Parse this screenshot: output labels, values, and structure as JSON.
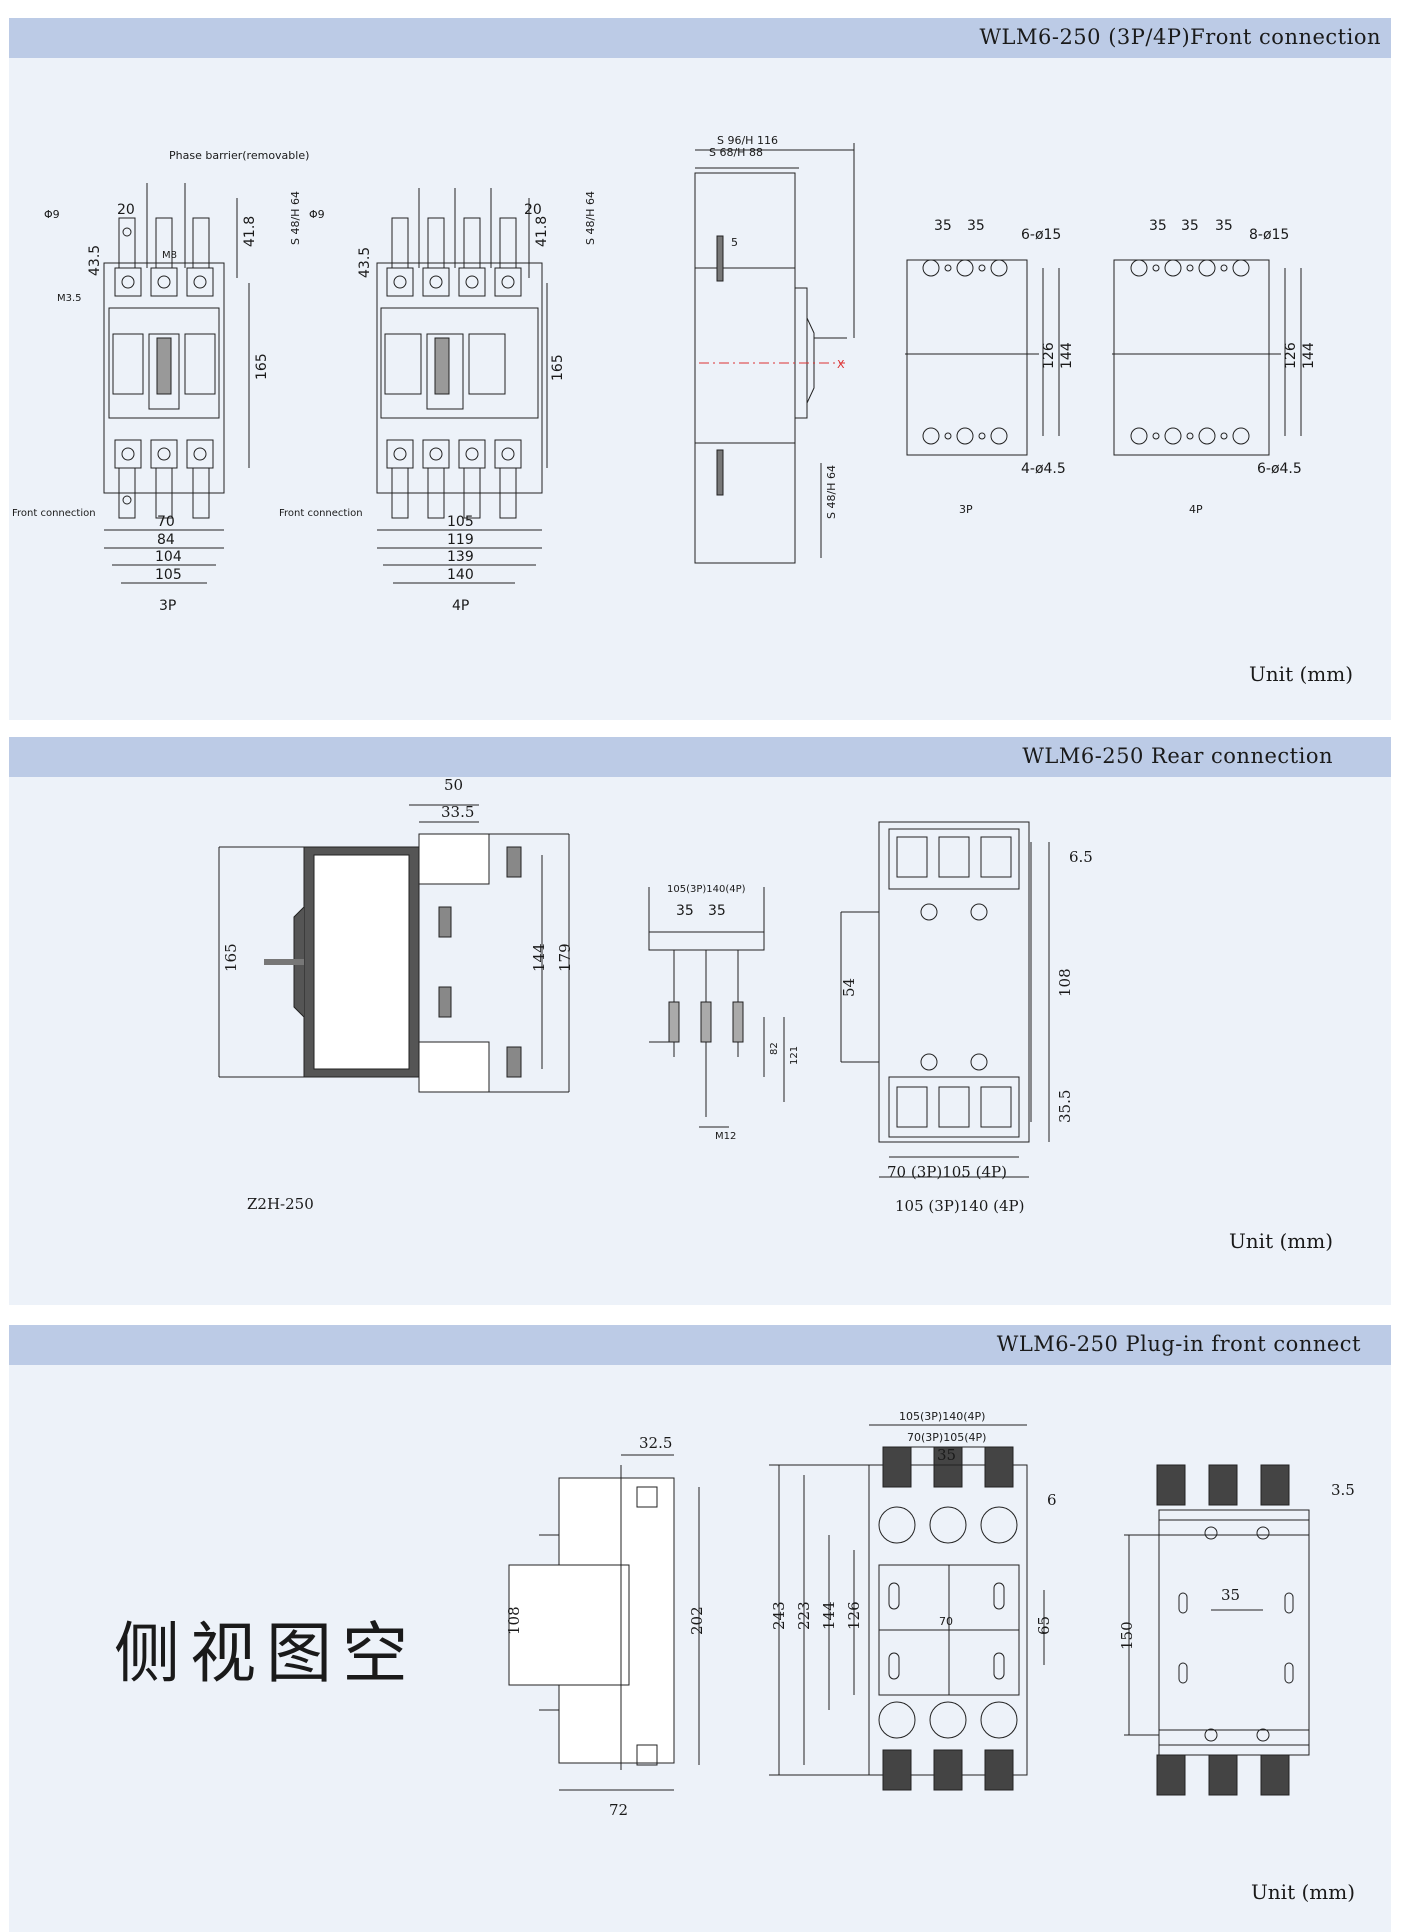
{
  "sections": [
    {
      "title": "WLM6-250 (3P/4P)Front connection",
      "unit": "Unit (mm)",
      "labels": {
        "phase_barrier": "Phase barrier(removable)",
        "front_connection": "Front connection",
        "phi9": "Φ9",
        "d20": "20",
        "d43_5": "43.5",
        "d41_8": "41.8",
        "m8": "M8",
        "m3_5": "M3.5",
        "s48h64": "S 48/H 64",
        "d165": "165",
        "d70": "70",
        "d84": "84",
        "d104": "104",
        "d105": "105",
        "d119": "119",
        "d139": "139",
        "d140": "140",
        "p3": "3P",
        "p4": "4P",
        "s96h116": "S 96/H 116",
        "s68h88": "S 68/H 88",
        "d5": "5",
        "x": "X",
        "d35": "35",
        "h6_15": "6-ø15",
        "h8_15": "8-ø15",
        "h4_4_5": "4-ø4.5",
        "h6_4_5": "6-ø4.5",
        "d126": "126",
        "d144": "144"
      }
    },
    {
      "title": "WLM6-250 Rear connection",
      "unit": "Unit (mm)",
      "labels": {
        "d50": "50",
        "d33_5": "33.5",
        "d165": "165",
        "d144": "144",
        "d179": "179",
        "z2h": "Z2H-250",
        "w105_140": "105(3P)140(4P)",
        "d35": "35",
        "d82": "82",
        "d121": "121",
        "m12": "M12",
        "d6_5": "6.5",
        "d54": "54",
        "d108": "108",
        "d35_5": "35.5",
        "w70_105": "70 (3P)105 (4P)",
        "w105_140b": "105 (3P)140 (4P)"
      }
    },
    {
      "title": "WLM6-250 Plug-in front connect",
      "unit": "Unit (mm)",
      "labels": {
        "side_empty": "侧视图空",
        "d32_5": "32.5",
        "d108": "108",
        "d202": "202",
        "d72": "72",
        "w105_140": "105(3P)140(4P)",
        "w70_105": "70(3P)105(4P)",
        "d35": "35",
        "d6": "6",
        "d243": "243",
        "d223": "223",
        "d144": "144",
        "d126": "126",
        "d70": "70",
        "d65": "65",
        "d3_5": "3.5",
        "d150": "150"
      }
    }
  ]
}
